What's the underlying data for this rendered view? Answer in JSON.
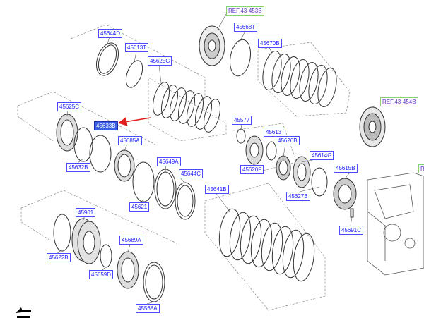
{
  "diagram": {
    "highlight_color": "#3c5ee8",
    "arrow_color": "#e11b1b",
    "label_color": "#1a1aff",
    "ref_border_color": "#8ad06c",
    "highlighted_part": "45633B",
    "part_labels": [
      {
        "id": "45644D"
      },
      {
        "id": "45613T"
      },
      {
        "id": "45625G"
      },
      {
        "id": "45668T"
      },
      {
        "id": "45670B"
      },
      {
        "id": "45625C"
      },
      {
        "id": "45633B"
      },
      {
        "id": "45685A"
      },
      {
        "id": "45632B"
      },
      {
        "id": "45649A"
      },
      {
        "id": "45644C"
      },
      {
        "id": "45621"
      },
      {
        "id": "45577"
      },
      {
        "id": "45613"
      },
      {
        "id": "45626B"
      },
      {
        "id": "45620F"
      },
      {
        "id": "45614G"
      },
      {
        "id": "45615B"
      },
      {
        "id": "45627B"
      },
      {
        "id": "45641B"
      },
      {
        "id": "45691C"
      },
      {
        "id": "45901"
      },
      {
        "id": "45622B"
      },
      {
        "id": "45689A"
      },
      {
        "id": "45659D"
      },
      {
        "id": "45568A"
      }
    ],
    "ref_labels": [
      {
        "text": "REF.43-453B"
      },
      {
        "text": "REF.43-454B"
      },
      {
        "text": "RE"
      }
    ],
    "cursor_icon": "mouse-pointer-icon"
  }
}
